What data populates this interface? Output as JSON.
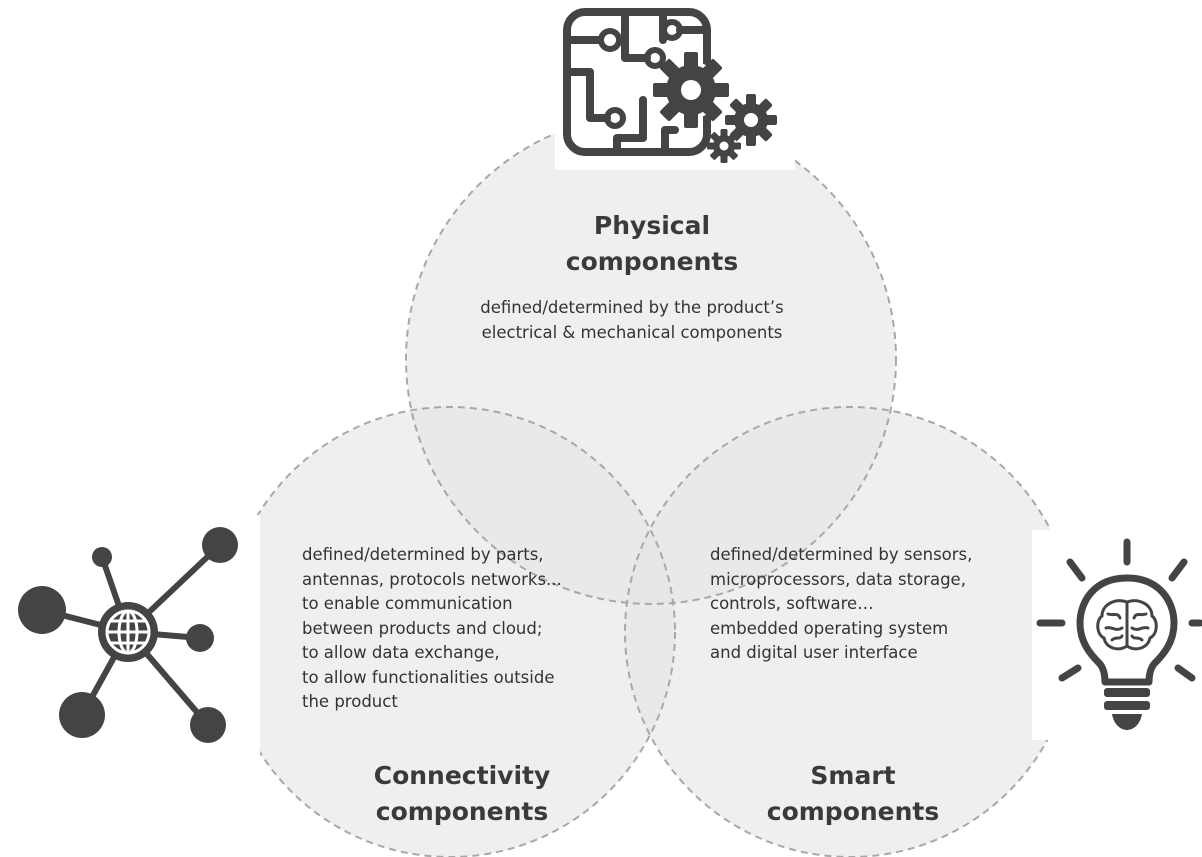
{
  "physical": {
    "title_line1": "Physical",
    "title_line2": "components",
    "desc_lines": [
      "defined/determined by the product’s",
      "electrical & mechanical components"
    ],
    "icon": "circuit-gears-icon"
  },
  "connectivity": {
    "title_line1": "Connectivity",
    "title_line2": "components",
    "desc_lines": [
      "defined/determined by parts,",
      "antennas, protocols networks...",
      "to enable  communication",
      "between products and cloud;",
      "to allow data exchange,",
      "to allow functionalities outside",
      "the product"
    ],
    "icon": "network-globe-icon"
  },
  "smart": {
    "title_line1": "Smart",
    "title_line2": "components",
    "desc_lines": [
      "defined/determined by sensors,",
      "microprocessors, data storage,",
      "controls, software…",
      "embedded operating system",
      "and digital user interface"
    ],
    "icon": "lightbulb-brain-icon"
  },
  "colors": {
    "circle_fill": "#ececec",
    "circle_stroke": "#a8a8a8",
    "icon_color": "#444444",
    "text": "#3a3a3a"
  }
}
